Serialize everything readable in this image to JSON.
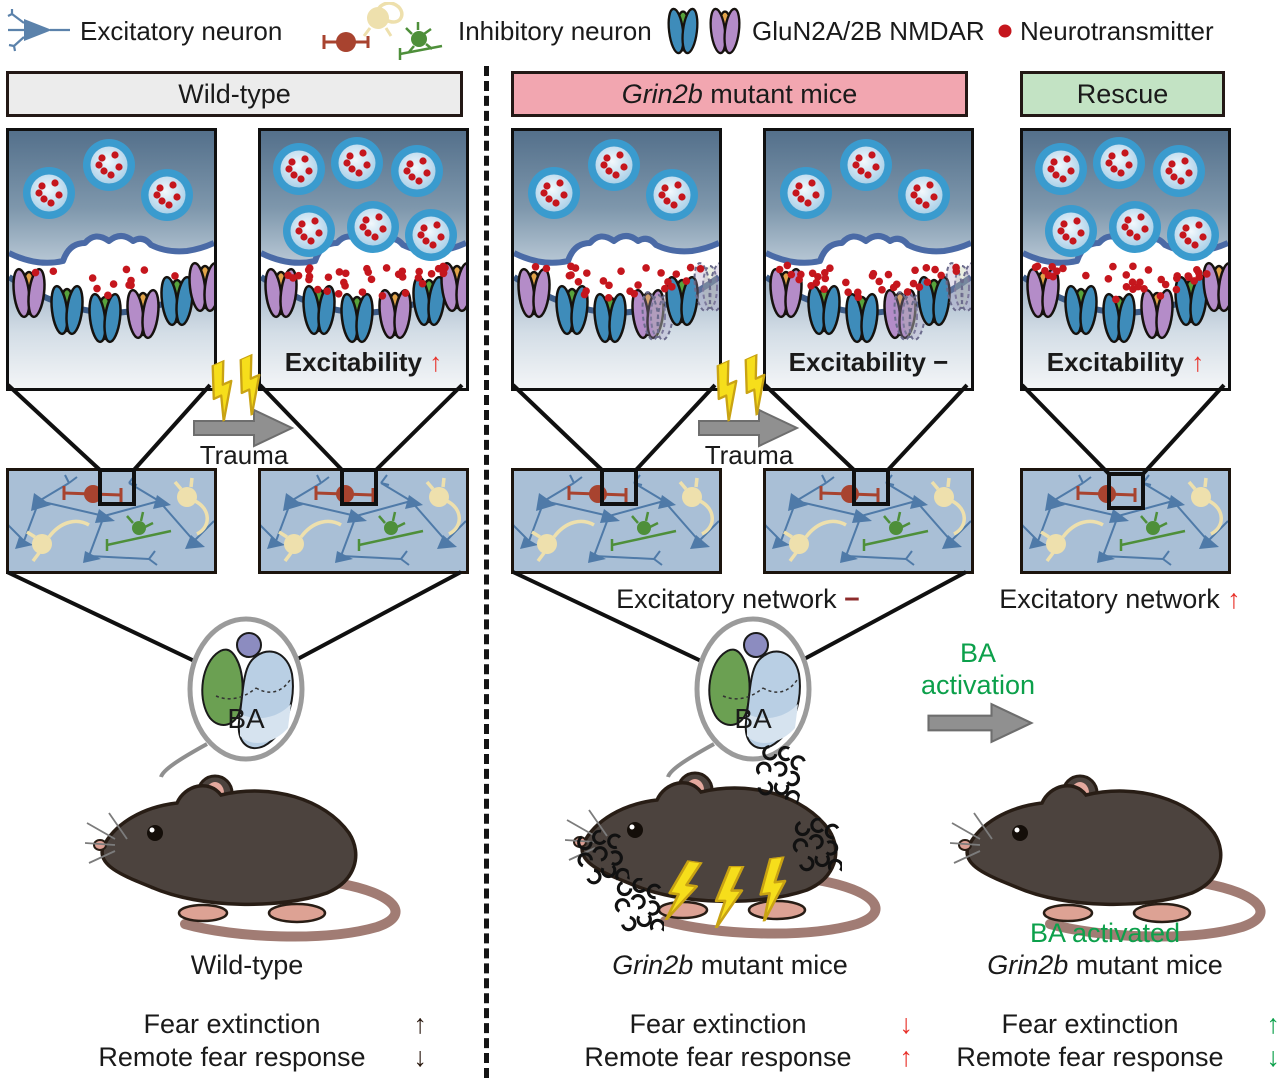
{
  "legend": {
    "items": [
      {
        "name": "excitatory-neuron",
        "label": "Excitatory neuron"
      },
      {
        "name": "inhibitory-neuron",
        "label": "Inhibitory neuron"
      },
      {
        "name": "glun2a-2b-nmdar",
        "label": "GluN2A/2B NMDAR"
      },
      {
        "name": "neurotransmitter",
        "label": "Neurotransmitter"
      }
    ]
  },
  "headers": [
    {
      "label": "Wild-type",
      "bg": "#ececec"
    },
    {
      "label_italic": "Grin2b",
      "label_rest": " mutant mice",
      "bg": "#f2a6b0"
    },
    {
      "label": "Rescue",
      "bg": "#c3e3c4"
    }
  ],
  "synapse_panels": [
    {
      "name": "wild-type-baseline",
      "vesicles": 3,
      "neurotransmitter_dots": 12,
      "label": "",
      "arrow": "",
      "arrow_color": "#1a1a1a",
      "faded_receptors": false
    },
    {
      "name": "wild-type-post-trauma",
      "vesicles": 6,
      "neurotransmitter_dots": 34,
      "label": "Excitability",
      "arrow": "↑",
      "arrow_color": "#e8312a",
      "faded_receptors": false
    },
    {
      "name": "grin2b-baseline",
      "vesicles": 3,
      "neurotransmitter_dots": 26,
      "label": "",
      "arrow": "",
      "arrow_color": "#1a1a1a",
      "faded_receptors": true
    },
    {
      "name": "grin2b-post-trauma",
      "vesicles": 3,
      "neurotransmitter_dots": 34,
      "label": "Excitability",
      "arrow": "−",
      "arrow_color": "#1a1a1a",
      "faded_receptors": true
    },
    {
      "name": "rescue",
      "vesicles": 6,
      "neurotransmitter_dots": 34,
      "label": "Excitability",
      "arrow": "↑",
      "arrow_color": "#e8312a",
      "faded_receptors": false
    }
  ],
  "trauma": {
    "label": "Trauma"
  },
  "network_captions": {
    "middle": {
      "label": "Excitatory network",
      "arrow": "−",
      "arrow_color": "#8d2b2b"
    },
    "right": {
      "label": "Excitatory network",
      "arrow": "↑",
      "arrow_color": "#e8312a"
    }
  },
  "brain": {
    "label": "BA"
  },
  "ba_activation": {
    "line1": "BA",
    "line2": "activation",
    "color": "#0ca04b"
  },
  "footer": {
    "left": {
      "title": "Wild-type",
      "rows": [
        {
          "label": "Fear extinction",
          "arrow": "↑",
          "color": "#2b1a10"
        },
        {
          "label": "Remote fear response",
          "arrow": "↓",
          "color": "#2b1a10"
        }
      ]
    },
    "middle": {
      "title_italic": "Grin2b",
      "title_rest": " mutant mice",
      "rows": [
        {
          "label": "Fear extinction",
          "arrow": "↓",
          "color": "#e8312a"
        },
        {
          "label": "Remote fear response",
          "arrow": "↑",
          "color": "#e8312a"
        }
      ]
    },
    "right": {
      "pre_title": "BA activated",
      "pre_title_color": "#0ca04b",
      "title_italic": "Grin2b",
      "title_rest": " mutant mice",
      "rows": [
        {
          "label": "Fear extinction",
          "arrow": "↑",
          "color": "#0ca04b"
        },
        {
          "label": "Remote fear response",
          "arrow": "↓",
          "color": "#0ca04b"
        }
      ]
    }
  }
}
